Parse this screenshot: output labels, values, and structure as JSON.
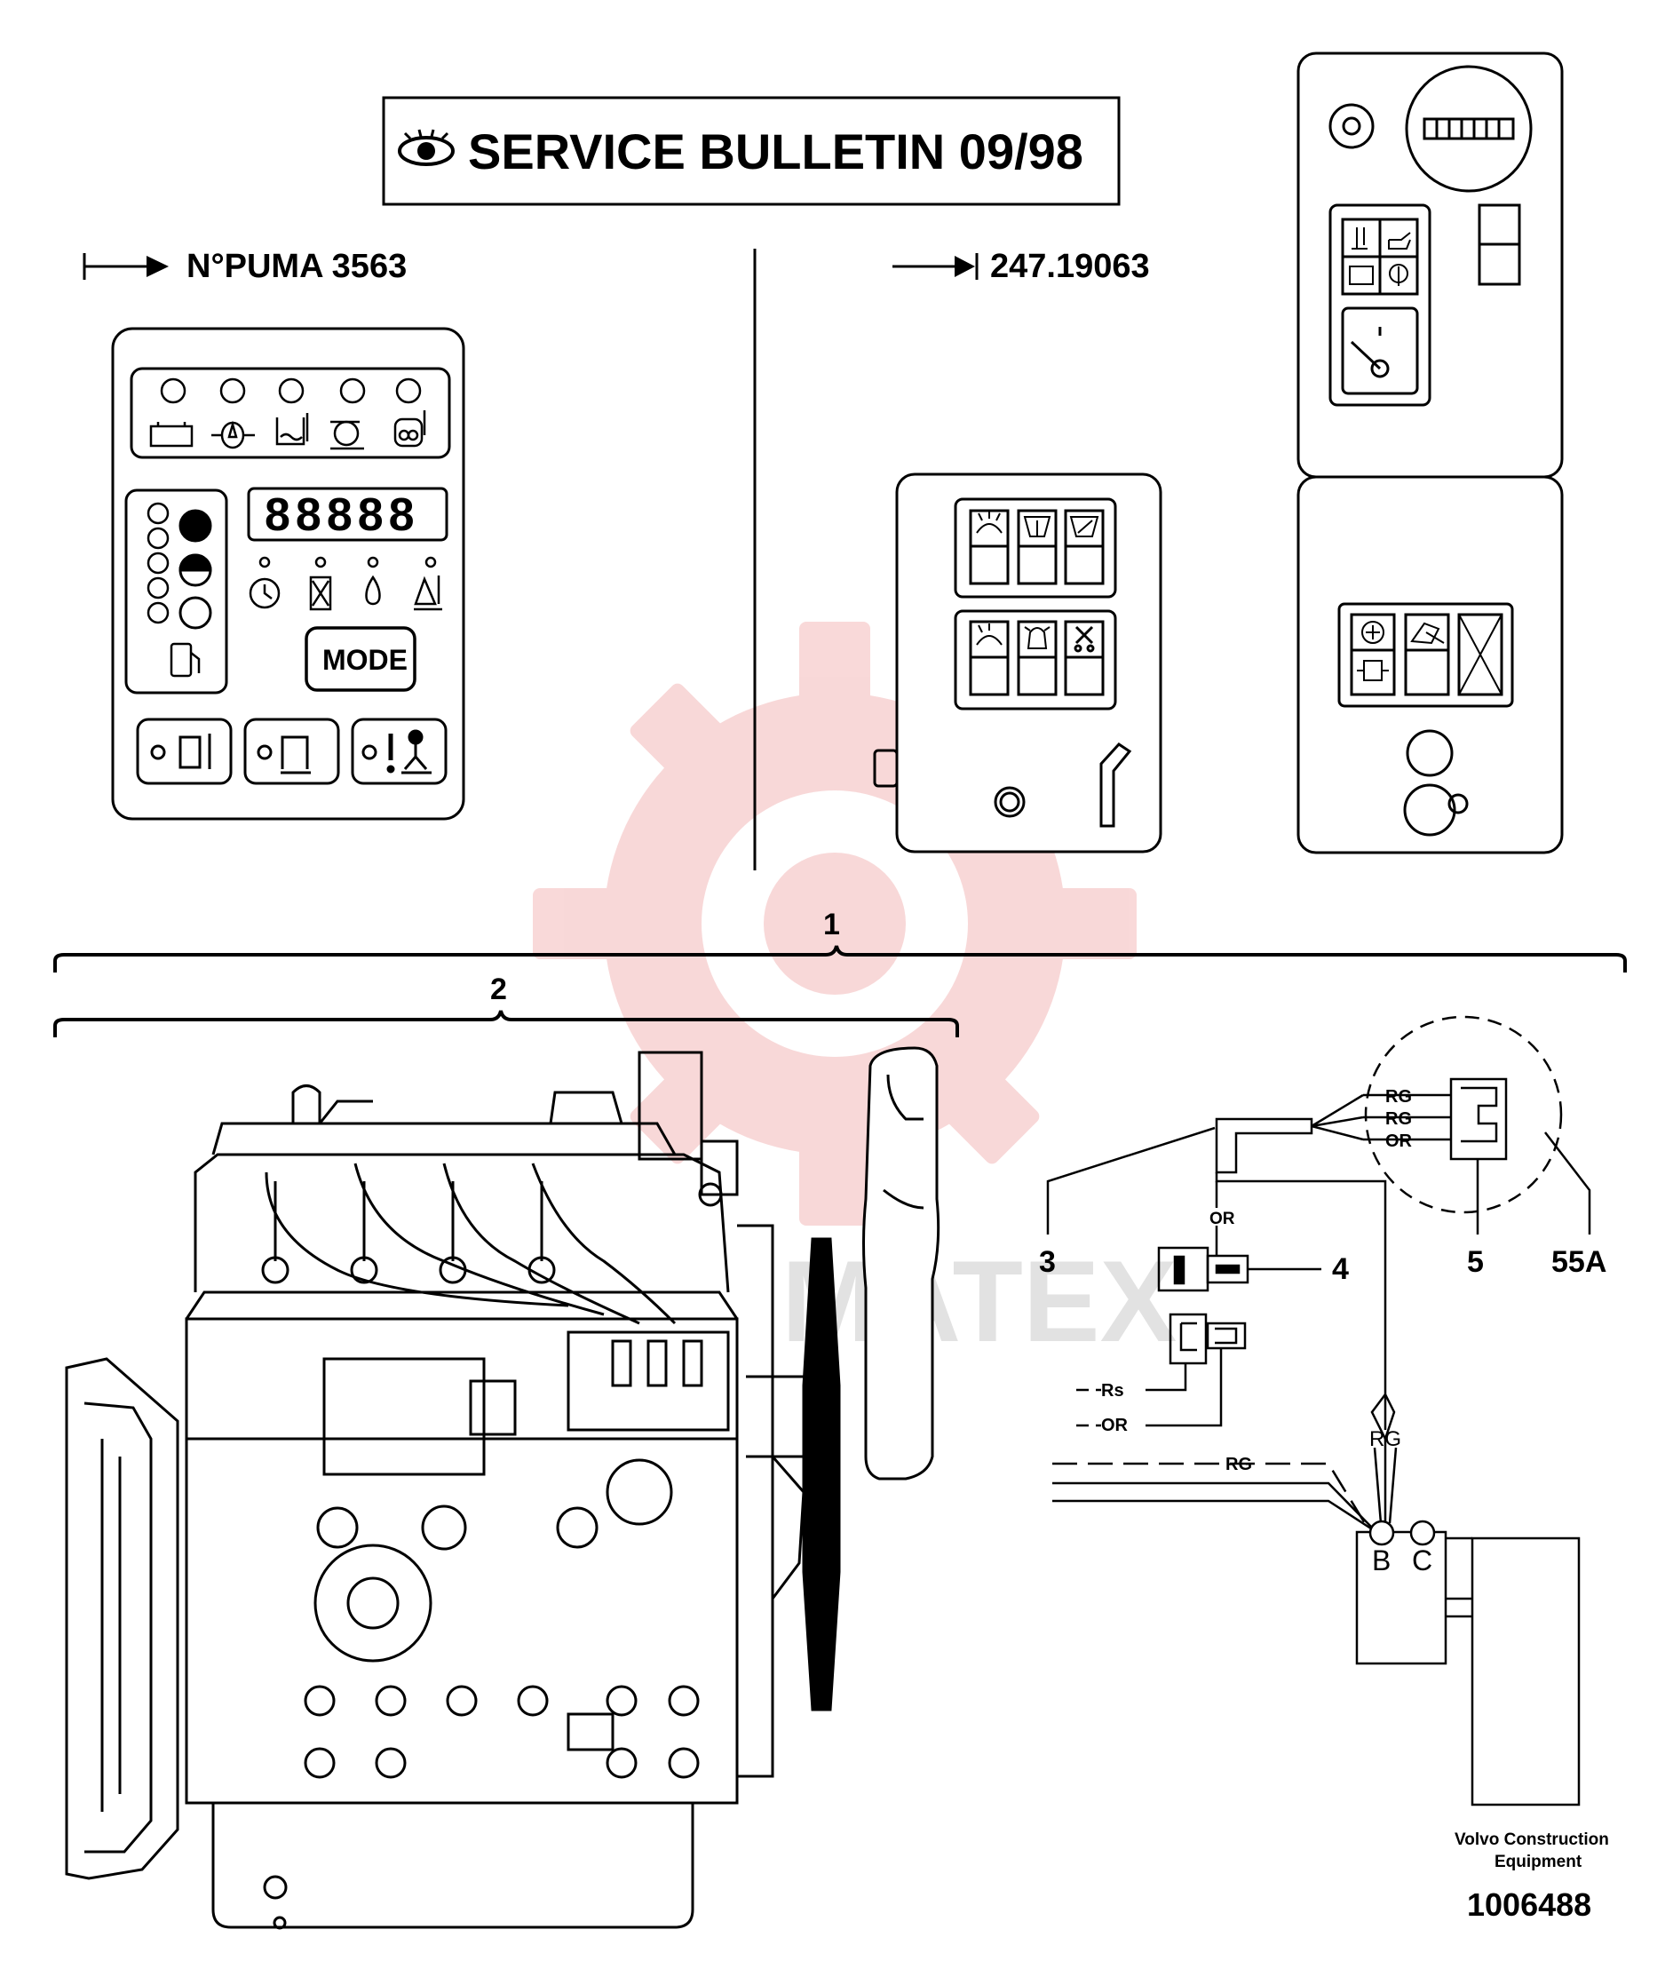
{
  "header": {
    "title": "SERVICE BULLETIN 09/98",
    "eye_icon": "eye-icon"
  },
  "serial_ranges": {
    "left": "N°PUMA 3563",
    "right": "247.19063"
  },
  "display_panel": {
    "segment_display": "88888",
    "mode_button": "MODE"
  },
  "callouts": {
    "c1": "1",
    "c2": "2",
    "c3": "3",
    "c4": "4",
    "c5": "5",
    "c55a": "55A"
  },
  "wires": {
    "rg1": "RG",
    "rg2": "RG",
    "or1": "OR",
    "or2": "OR",
    "rs": "Rs",
    "or3": "OR",
    "rg3": "RG",
    "rg4": "RG"
  },
  "terminals": {
    "b": "B",
    "c": "C"
  },
  "footer": {
    "company_line1": "Volvo Construction",
    "company_line2": "Equipment",
    "doc_number": "1006488"
  },
  "watermark": "MATEX",
  "colors": {
    "ink": "#000000",
    "watermark": "#f4b9b9"
  }
}
